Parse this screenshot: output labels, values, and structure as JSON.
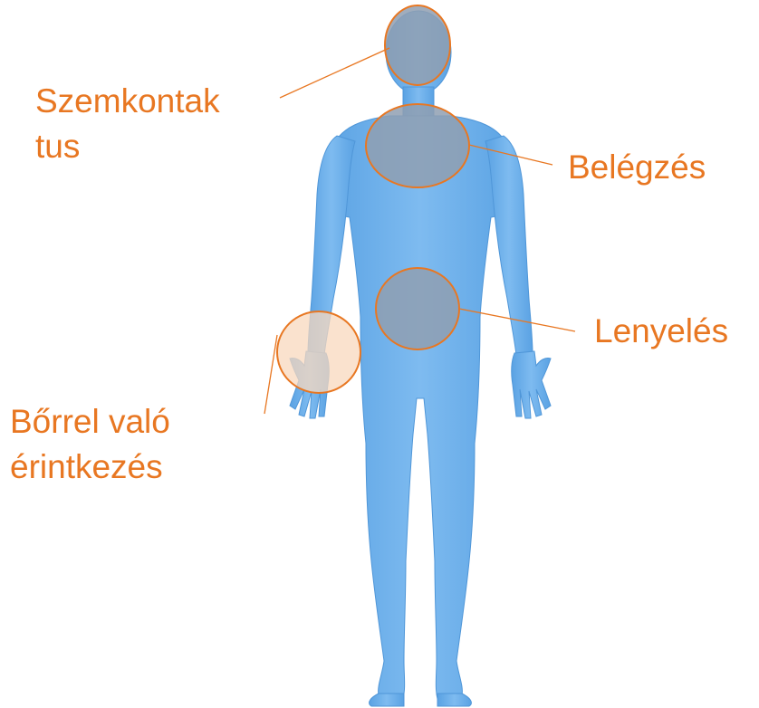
{
  "routes": {
    "eye_contact": {
      "line1": "Szemkontak",
      "line2": "tus"
    },
    "inhalation": {
      "label": "Belégzés"
    },
    "ingestion": {
      "label": "Lenyelés"
    },
    "skin_contact": {
      "line1": "Bőrrel való",
      "line2": "érintkezés"
    }
  },
  "colors": {
    "label": "#e87722",
    "circle_stroke": "#e87722",
    "body_fill": "#79b8ee",
    "body_shade": "#5aa2e3",
    "zone_fill": "#8f9fb1",
    "skin_zone_fill": "#f8d8bd"
  }
}
